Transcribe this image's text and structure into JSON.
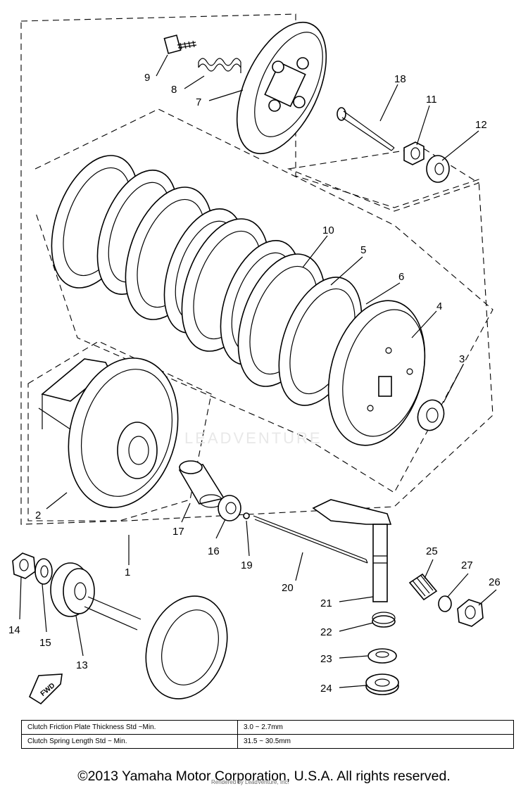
{
  "diagram": {
    "callouts": [
      {
        "id": "1",
        "label": "1"
      },
      {
        "id": "2",
        "label": "2"
      },
      {
        "id": "3",
        "label": "3"
      },
      {
        "id": "4",
        "label": "4"
      },
      {
        "id": "5",
        "label": "5"
      },
      {
        "id": "6",
        "label": "6"
      },
      {
        "id": "7",
        "label": "7"
      },
      {
        "id": "8",
        "label": "8"
      },
      {
        "id": "9",
        "label": "9"
      },
      {
        "id": "10",
        "label": "10"
      },
      {
        "id": "11",
        "label": "11"
      },
      {
        "id": "12",
        "label": "12"
      },
      {
        "id": "13",
        "label": "13"
      },
      {
        "id": "14",
        "label": "14"
      },
      {
        "id": "15",
        "label": "15"
      },
      {
        "id": "16",
        "label": "16"
      },
      {
        "id": "17",
        "label": "17"
      },
      {
        "id": "18",
        "label": "18"
      },
      {
        "id": "19",
        "label": "19"
      },
      {
        "id": "20",
        "label": "20"
      },
      {
        "id": "21",
        "label": "21"
      },
      {
        "id": "22",
        "label": "22"
      },
      {
        "id": "23",
        "label": "23"
      },
      {
        "id": "24",
        "label": "24"
      },
      {
        "id": "25",
        "label": "25"
      },
      {
        "id": "26",
        "label": "26"
      },
      {
        "id": "27",
        "label": "27"
      }
    ],
    "fwd_label": "FWD",
    "watermark": "LEADVENTURE"
  },
  "spec_table": {
    "rows": [
      {
        "name": "Clutch Friction Plate Thickness Std ~Min.",
        "value": "3.0 ~ 2.7mm"
      },
      {
        "name": "Clutch Spring Length Std ~ Min.",
        "value": "31.5 ~ 30.5mm"
      }
    ]
  },
  "footer": {
    "copyright": "©2013 Yamaha Motor Corporation, U.S.A. All rights reserved.",
    "rendered_by": "Rendered by LeadVenture, Inc."
  }
}
